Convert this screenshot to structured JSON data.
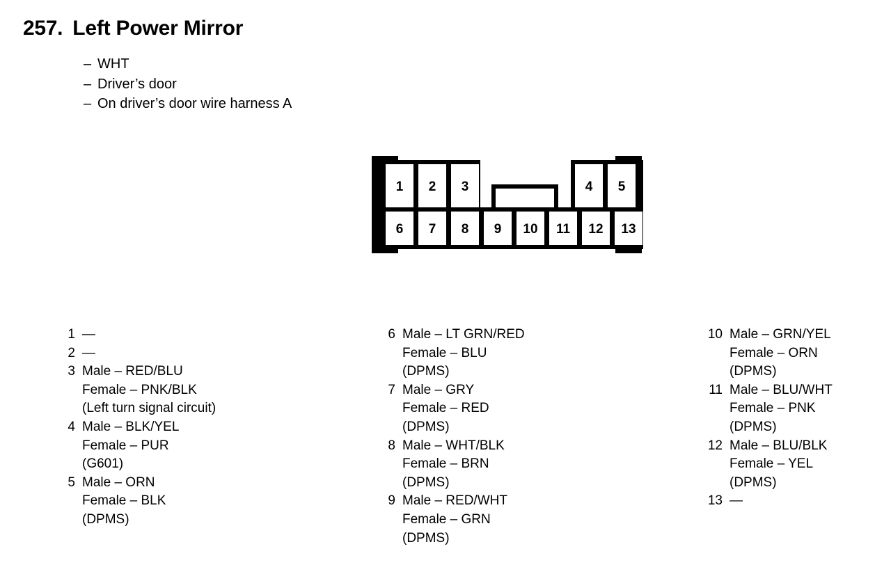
{
  "header": {
    "entry_number": "257.",
    "title": "Left Power Mirror",
    "subtitles": [
      {
        "dash": "–",
        "text": "WHT"
      },
      {
        "dash": "–",
        "text": "Driver’s door"
      },
      {
        "dash": "–",
        "text": "On driver’s door wire harness A"
      }
    ]
  },
  "connector": {
    "name": "13-pin connector pinout diagram",
    "top_row_left": [
      "1",
      "2",
      "3"
    ],
    "top_row_right": [
      "4",
      "5"
    ],
    "bottom_row": [
      "6",
      "7",
      "8",
      "9",
      "10",
      "11",
      "12",
      "13"
    ],
    "stroke_color": "#000000",
    "fill_color": "#ffffff"
  },
  "pin_columns": [
    {
      "entries": [
        {
          "index": "1",
          "lines": [
            "—"
          ],
          "empty": true
        },
        {
          "index": "2",
          "lines": [
            "—"
          ],
          "empty": true
        },
        {
          "index": "3",
          "lines": [
            "Male – RED/BLU",
            "Female – PNK/BLK",
            "(Left turn signal circuit)"
          ],
          "empty": false
        },
        {
          "index": "4",
          "lines": [
            "Male – BLK/YEL",
            "Female – PUR",
            "(G601)"
          ],
          "empty": false
        },
        {
          "index": "5",
          "lines": [
            "Male – ORN",
            "Female – BLK",
            "(DPMS)"
          ],
          "empty": false
        }
      ]
    },
    {
      "entries": [
        {
          "index": "6",
          "lines": [
            "Male – LT GRN/RED",
            "Female – BLU",
            "(DPMS)"
          ],
          "empty": false
        },
        {
          "index": "7",
          "lines": [
            "Male – GRY",
            "Female – RED",
            "(DPMS)"
          ],
          "empty": false
        },
        {
          "index": "8",
          "lines": [
            "Male – WHT/BLK",
            "Female – BRN",
            "(DPMS)"
          ],
          "empty": false
        },
        {
          "index": "9",
          "lines": [
            "Male – RED/WHT",
            "Female – GRN",
            "(DPMS)"
          ],
          "empty": false
        }
      ]
    },
    {
      "entries": [
        {
          "index": "10",
          "lines": [
            "Male – GRN/YEL",
            "Female – ORN",
            "(DPMS)"
          ],
          "empty": false
        },
        {
          "index": "11",
          "lines": [
            "Male – BLU/WHT",
            "Female – PNK",
            "(DPMS)"
          ],
          "empty": false
        },
        {
          "index": "12",
          "lines": [
            "Male – BLU/BLK",
            "Female – YEL",
            "(DPMS)"
          ],
          "empty": false
        },
        {
          "index": "13",
          "lines": [
            "—"
          ],
          "empty": true
        }
      ]
    }
  ]
}
